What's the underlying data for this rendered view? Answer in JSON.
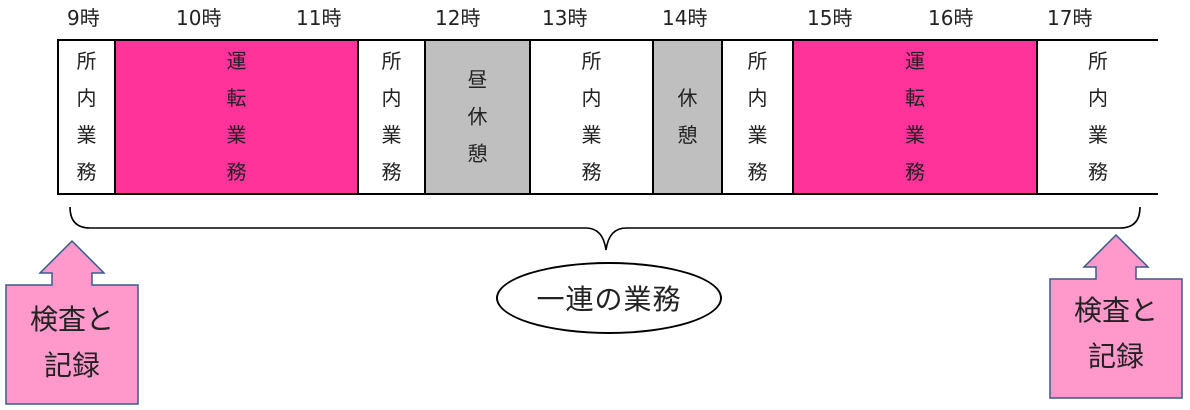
{
  "hours": [
    "9時",
    "10時",
    "11時",
    "12時",
    "13時",
    "14時",
    "15時",
    "16時",
    "17時"
  ],
  "segments": [
    {
      "label": "所\n内\n業\n務",
      "color": "#ffffff"
    },
    {
      "label": "運\n転\n業\n務",
      "color": "#ff3399"
    },
    {
      "label": "所\n内\n業\n務",
      "color": "#ffffff"
    },
    {
      "label": "昼\n休\n憩",
      "color": "#bfbfbf"
    },
    {
      "label": "所\n内\n業\n務",
      "color": "#ffffff"
    },
    {
      "label": "休\n憩",
      "color": "#bfbfbf"
    },
    {
      "label": "所\n内\n業\n務",
      "color": "#ffffff"
    },
    {
      "label": "運\n転\n業\n務",
      "color": "#ff3399"
    },
    {
      "label": "所\n内\n業\n務",
      "color": "#ffffff"
    }
  ],
  "series_label": "一連の業務",
  "left_callout": {
    "line1": "検査と",
    "line2": "記録",
    "color": "#ff99cc"
  },
  "right_callout": {
    "line1": "検査と",
    "line2": "記録",
    "color": "#ff99cc"
  }
}
